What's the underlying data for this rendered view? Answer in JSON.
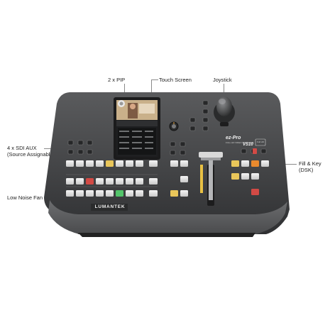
{
  "callouts": {
    "pip": "2 x PIP",
    "touch_screen": "Touch Screen",
    "joystick": "Joystick",
    "sdi_aux_line1": "4 x SDI AUX",
    "sdi_aux_line2": "(Source Assignable)",
    "fill_key_line1": "Fill & Key",
    "fill_key_line2": "(DSK)",
    "fan": "Low Noise Fan"
  },
  "device": {
    "brand": "LUMANTEK",
    "model_name": "ez-Pro",
    "model_number": "VS10",
    "subtitle": "FULL HD VIDEO SWITCHER",
    "badge": "Full HD",
    "screen_logo": "ez"
  },
  "colors": {
    "body": "#4a4b4d",
    "panel": "#3c3d3f",
    "key_white": "#e6e6e6",
    "key_yellow": "#e9c65a",
    "key_red": "#d24a45",
    "key_green": "#52c46a",
    "key_orange": "#e98a2e"
  },
  "icons": [
    "joystick-icon",
    "knob-icon",
    "t-bar-icon"
  ]
}
